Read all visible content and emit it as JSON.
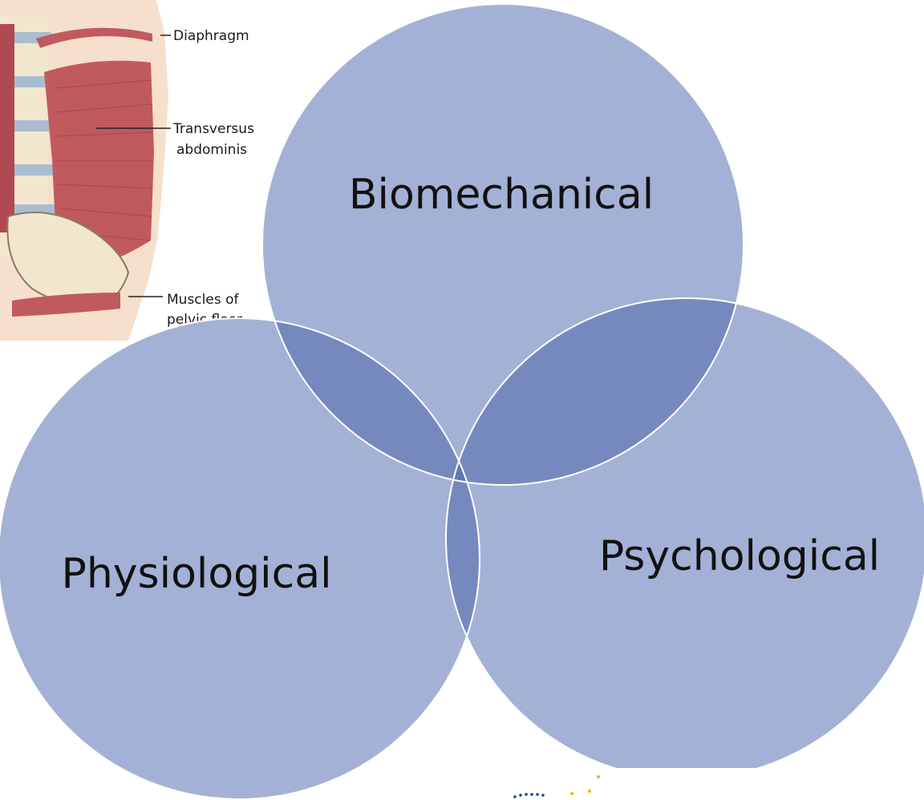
{
  "diagram": {
    "circles": [
      {
        "id": "biomechanical",
        "label": "Biomechanical"
      },
      {
        "id": "physiological",
        "label": "Physiological"
      },
      {
        "id": "psychological",
        "label": "Psychological"
      }
    ],
    "colors": {
      "circle_fill": "#a4b1d6",
      "overlap_fill": "#7689bf",
      "center_fill": "#6476b4",
      "circle_stroke": "#ffffff",
      "label_text": "#111111"
    }
  },
  "anatomy_figure": {
    "labels": {
      "diaphragm": "Diaphragm",
      "transversus_line1": "Transversus",
      "transversus_line2": "abdominis",
      "pelvic_line1": "Muscles of",
      "pelvic_line2": "pelvic floor"
    },
    "colors": {
      "skin": "#f6dfcd",
      "muscle": "#c05a5e",
      "muscle_dark": "#9e3a40",
      "bone": "#f3e6cf",
      "vertebra_disc": "#a9bdd0"
    }
  },
  "logo": {
    "dot_colors": [
      "#1f3f8f",
      "#f2b705"
    ]
  }
}
